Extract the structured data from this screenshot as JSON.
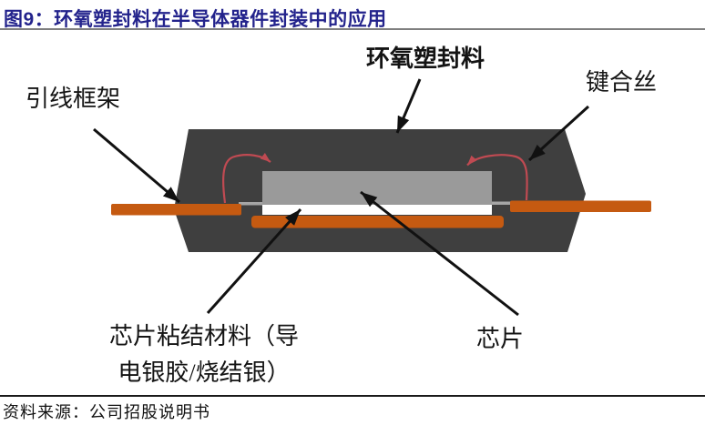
{
  "header": {
    "title": "图9：环氧塑封料在半导体器件封装中的应用"
  },
  "diagram": {
    "labels": {
      "molding_compound": "环氧塑封料",
      "bonding_wire": "键合丝",
      "lead_frame": "引线框架",
      "die_attach_line1": "芯片粘结材料（导",
      "die_attach_line2": "电银胶/烧结银）",
      "chip": "芯片"
    },
    "colors": {
      "title_text": "#23238C",
      "title_rule": "#7F7F7F",
      "package_body": "#3F3F3F",
      "chip_fill": "#9A9A9A",
      "lead_frame_fill": "#C55A11",
      "die_pad_fill": "#C55A11",
      "die_attach_fill": "#FFFFFF",
      "inner_lead_line": "#A6A6A6",
      "bond_wire": "#C04A52",
      "annotation_arrow": "#111111",
      "footer_rule": "#1A1A1A"
    }
  },
  "footer": {
    "source": "资料来源：公司招股说明书"
  }
}
